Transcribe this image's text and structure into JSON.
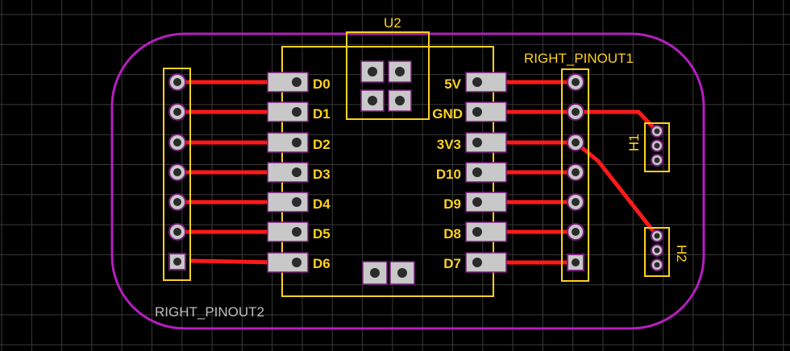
{
  "colors": {
    "background": "#000000",
    "grid": "#3a3a3a",
    "outline": "#b51ebf",
    "silkscreen": "#ffd21f",
    "trace": "#ff1a1a",
    "pad": "#c8c8c8",
    "hole": "#2b2b2b",
    "via_ring": "#7a1e7e",
    "ref_text": "#bdbdbd"
  },
  "components": {
    "u2": {
      "ref": "U2",
      "left_pins": [
        "D0",
        "D1",
        "D2",
        "D3",
        "D4",
        "D5",
        "D6"
      ],
      "right_pins": [
        "5V",
        "GND",
        "3V3",
        "D10",
        "D9",
        "D8",
        "D7"
      ]
    },
    "right_header": {
      "ref": "RIGHT_PINOUT1",
      "pin_count": 7
    },
    "left_header": {
      "ref": "RIGHT_PINOUT2",
      "pin_count": 7
    },
    "h1": {
      "ref": "H1",
      "pin_count": 3
    },
    "h2": {
      "ref": "H2",
      "pin_count": 3
    }
  }
}
